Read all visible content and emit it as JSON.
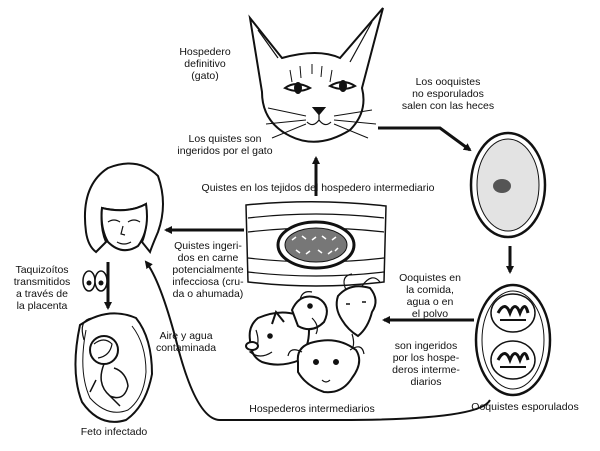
{
  "labels": {
    "definitive_host": "Hospedero\ndefinitivo\n(gato)",
    "cysts_ingested_by_cat": "Los quistes son\ningeridos por el gato",
    "oocysts_unsporulated": "Los ooquistes\nno esporulados\nsalen con las heces",
    "tissue_cysts": "Quistes en los tejidos del hospedero intermediario",
    "cysts_in_meat": "Quistes ingeri-\ndos en carne\npotencialmente\ninfecciosa (cru-\nda o ahumada)",
    "tachyzoites": "Taquizoítos\ntransmitidos\na través de\nla placenta",
    "air_water": "Aire y agua\ncontaminada",
    "oocysts_in_food": "Ooquistes en\nla comida,\nagua o en\nel polvo",
    "ingested_by_hosts": "son ingeridos\npor los hospe-\nderos interme-\ndiarios",
    "intermediate_hosts": "Hospederos intermediarios",
    "sporulated_oocysts": "Ooquistes esporulados",
    "infected_fetus": "Feto infectado"
  }
}
